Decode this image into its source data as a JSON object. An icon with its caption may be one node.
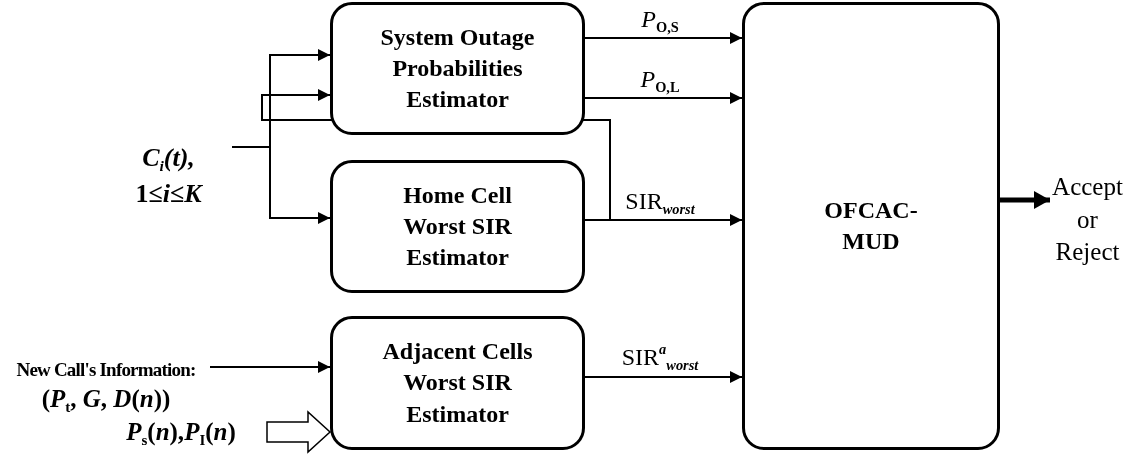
{
  "diagram": {
    "nodes": [
      {
        "text": [
          "C$_{i}$(t),",
          "1≤*i*≤*K*"
        ]
      },
      {
        "text": [
          "System Outage Probabilities Estimator"
        ]
      },
      {
        "text": [
          "Home Cell Worst SIR Estimator"
        ]
      },
      {
        "text": [
          "New Call's Information:",
          "(*P*$_{t}$, *G*,  *D*(*n*))"
        ]
      },
      {
        "text": [
          "*P*$_{s}$(*n*),*P*$_{I}$(*n*)"
        ]
      },
      {
        "text": [
          "Adjacent Cells Worst SIR Estimator"
        ]
      },
      {
        "text": [
          "OFCAC-MUD"
        ]
      },
      {
        "text": [
          "Accept or Reject"
        ]
      }
    ],
    "edges": [
      {
        "from": 0,
        "to": 1,
        "arrow": "to"
      },
      {
        "from": 0,
        "to": 2,
        "arrow": "to"
      },
      {
        "from": 1,
        "to": 6,
        "arrow": "to",
        "label": "*P*$_{O,S}$"
      },
      {
        "from": 1,
        "to": 6,
        "arrow": "to",
        "label": "*P*$_{O,L}$"
      },
      {
        "from": 2,
        "to": 6,
        "arrow": "to",
        "label": "SIR$_{worst}$"
      },
      {
        "from": 2,
        "to": 1,
        "arrow": "to"
      },
      {
        "from": 3,
        "to": 5,
        "arrow": "to"
      },
      {
        "from": 4,
        "to": 5,
        "arrow": "to",
        "style": "thick"
      },
      {
        "from": 5,
        "to": 6,
        "arrow": "to",
        "label": "SIR$^{a}$$_{worst}$"
      },
      {
        "from": 6,
        "to": 7,
        "arrow": "to",
        "style": "thick"
      }
    ]
  }
}
